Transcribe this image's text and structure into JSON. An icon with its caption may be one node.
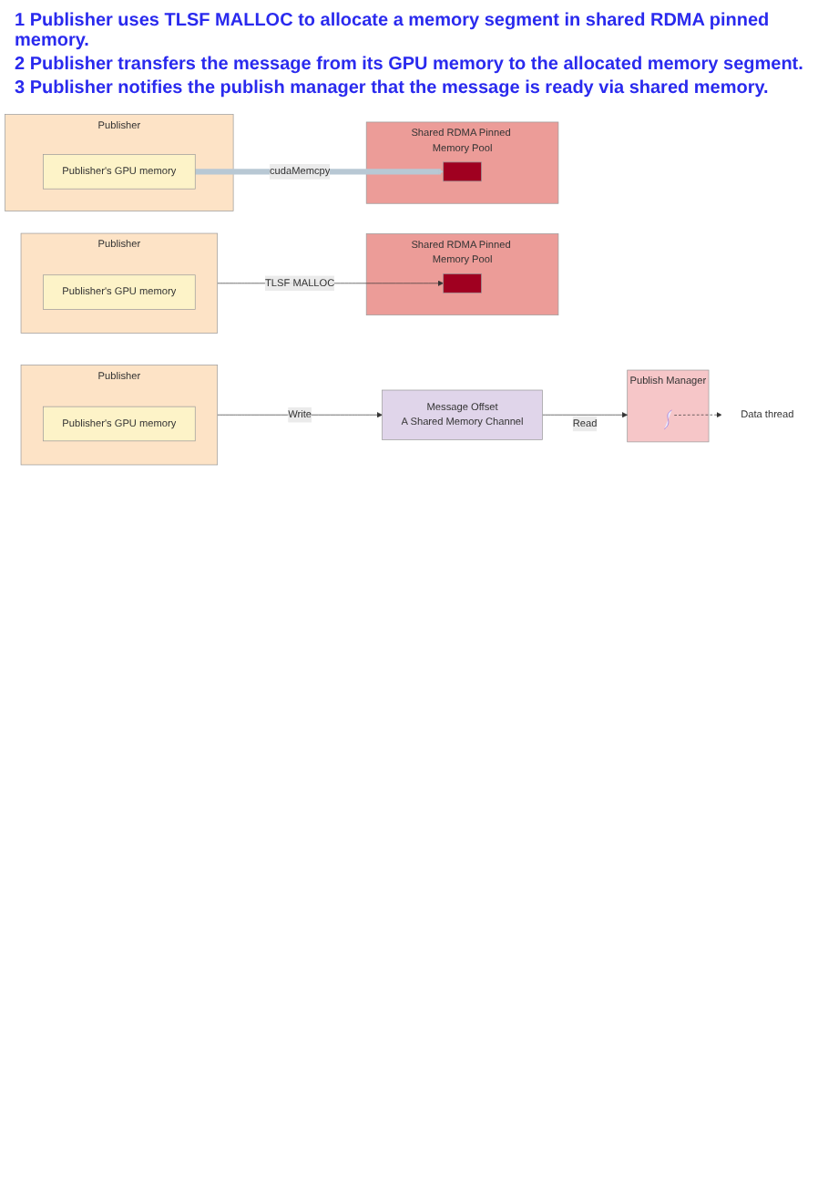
{
  "diagram": {
    "nodes": [
      {
        "text": [
          "Publisher"
        ]
      },
      {
        "text": [
          "Publisher's GPU memory"
        ],
        "in": 0
      },
      {
        "text": [
          "Shared RDMA Pinned Memory Pool"
        ]
      },
      {
        "text": [],
        "shape": "box",
        "in": 2
      },
      {
        "text": [
          "Publisher"
        ]
      },
      {
        "text": [
          "Publisher's GPU memory"
        ],
        "in": 4
      },
      {
        "text": [
          "Shared RDMA Pinned Memory Pool"
        ]
      },
      {
        "text": [],
        "shape": "box",
        "in": 6
      },
      {
        "text": [
          "Publisher"
        ]
      },
      {
        "text": [
          "Publisher's GPU memory"
        ],
        "in": 8
      },
      {
        "text": [
          "Message Offset",
          "A Shared Memory Channel"
        ]
      },
      {
        "text": [
          "Publish Manager"
        ]
      },
      {
        "text": [],
        "shape": "picture",
        "in": 11
      },
      {
        "text": [
          "Data thread"
        ]
      }
    ],
    "edges": [
      {
        "from": 0,
        "to": 3,
        "arrow": "to",
        "label": "TLSF MALLOC"
      },
      {
        "from": 5,
        "to": 7,
        "arrow": "to",
        "label": "cudaMemcpy",
        "style": "thick",
        "color": "#b8c8d4"
      },
      {
        "from": 8,
        "to": 10,
        "arrow": "to",
        "label": "Write"
      },
      {
        "from": 10,
        "to": 11,
        "arrow": "to",
        "label": "Read"
      },
      {
        "from": 12,
        "to": 13,
        "arrow": "to",
        "style": "dashed"
      }
    ],
    "labels": [
      "1 Publisher uses TLSF MALLOC to allocate a memory segment in shared RDMA pinned memory.",
      "2 Publisher transfers the message from its GPU memory to the allocated memory segment.",
      "3 Publisher notifies the publish manager that the message is ready via shared memory."
    ]
  }
}
